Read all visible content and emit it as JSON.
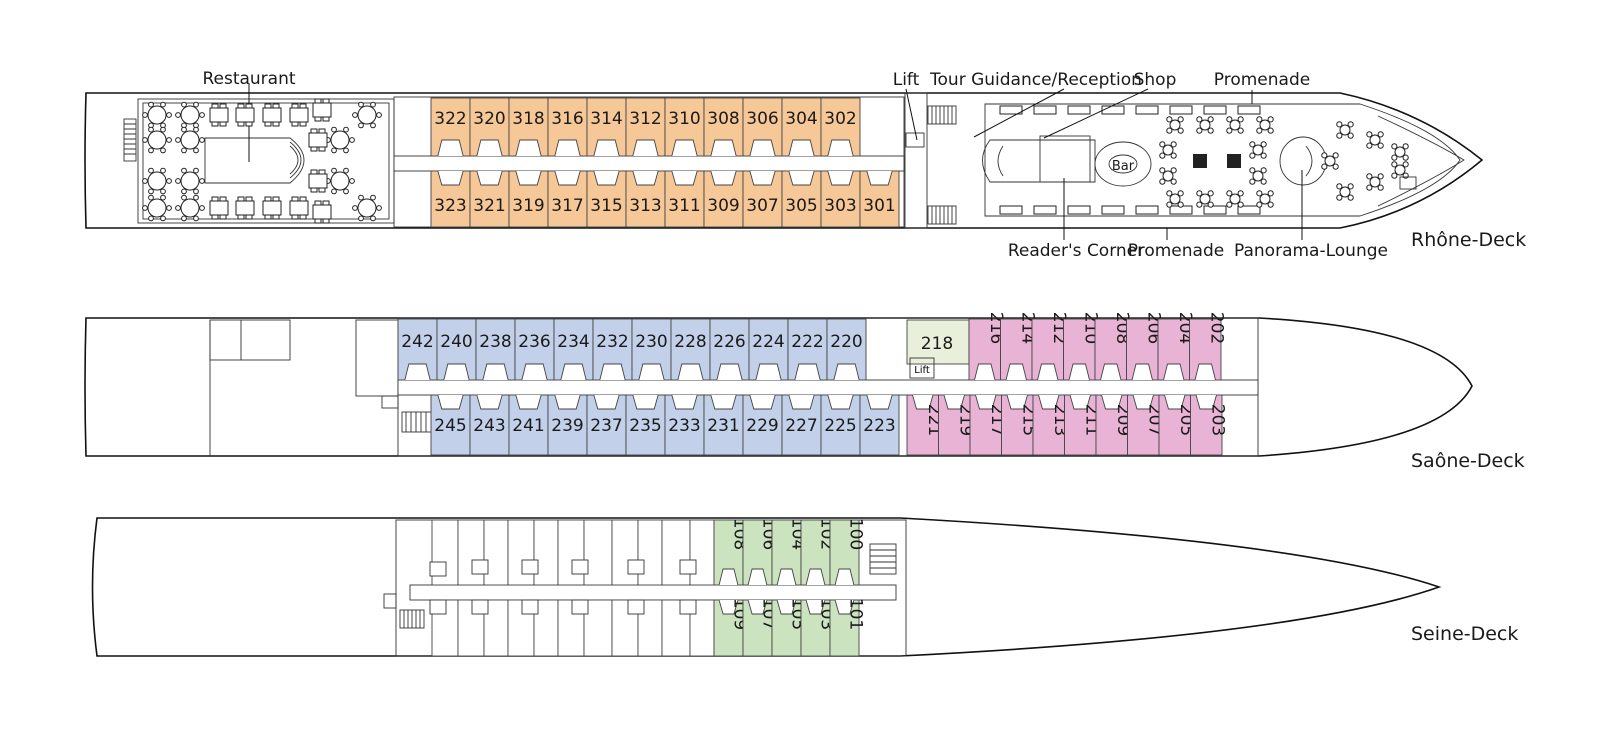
{
  "colors": {
    "rhone_cabin": "#f7c897",
    "saone_blue_cabin": "#c2d0ea",
    "saone_pink_cabin": "#e8b3d5",
    "saone_suite": "#e8f0dc",
    "seine_cabin": "#cce3bf",
    "hull_stroke": "#111111"
  },
  "decks": {
    "rhone": {
      "name": "Rhône-Deck",
      "labels": {
        "restaurant": "Restaurant",
        "lift": "Lift",
        "tour_guidance": "Tour Guidance/Reception",
        "shop": "Shop",
        "promenade_top": "Promenade",
        "readers_corner": "Reader's Corner",
        "promenade_bottom": "Promenade",
        "panorama_lounge": "Panorama-Lounge",
        "bar": "Bar"
      },
      "top_cabins": [
        "322",
        "320",
        "318",
        "316",
        "314",
        "312",
        "310",
        "308",
        "306",
        "304",
        "302"
      ],
      "bottom_cabins": [
        "323",
        "321",
        "319",
        "317",
        "315",
        "313",
        "311",
        "309",
        "307",
        "305",
        "303",
        "301"
      ]
    },
    "saone": {
      "name": "Saône-Deck",
      "lift": "Lift",
      "suite": "218",
      "top_blue": [
        "242",
        "240",
        "238",
        "236",
        "234",
        "232",
        "230",
        "228",
        "226",
        "224",
        "222",
        "220"
      ],
      "bottom_blue": [
        "245",
        "243",
        "241",
        "239",
        "237",
        "235",
        "233",
        "231",
        "229",
        "227",
        "225",
        "223"
      ],
      "top_pink": [
        "216",
        "214",
        "212",
        "210",
        "208",
        "206",
        "204",
        "202"
      ],
      "bottom_pink": [
        "221",
        "219",
        "217",
        "215",
        "213",
        "211",
        "209",
        "207",
        "205",
        "203"
      ]
    },
    "seine": {
      "name": "Seine-Deck",
      "top_cabins": [
        "108",
        "106",
        "104",
        "102",
        "100"
      ],
      "bottom_cabins": [
        "109",
        "107",
        "105",
        "103",
        "101"
      ]
    }
  }
}
